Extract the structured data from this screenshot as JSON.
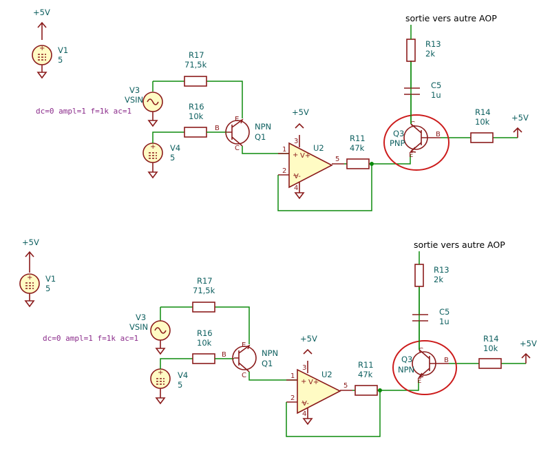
{
  "colors": {
    "wire": "#0b8a0b",
    "component": "#8a1a1a",
    "fill": "#fffbc4",
    "label": "#0d5f5f",
    "sim": "#8a2a8a",
    "highlight": "#cc1b1b"
  },
  "circuits": [
    {
      "supply_label": "+5V",
      "v1": {
        "ref": "V1",
        "value": "5"
      },
      "r17": {
        "ref": "R17",
        "value": "71,5k"
      },
      "v3": {
        "ref": "V3",
        "model": "VSIN"
      },
      "sim_params": "dc=0 ampl=1 f=1k ac=1",
      "r16": {
        "ref": "R16",
        "value": "10k"
      },
      "v4": {
        "ref": "V4",
        "value": "5"
      },
      "q1": {
        "type": "NPN",
        "ref": "Q1",
        "pin_b": "B",
        "pin_c": "C",
        "pin_e": "E"
      },
      "u2": {
        "ref": "U2",
        "supply": "+5V",
        "pin1": "1",
        "pin2": "2",
        "pin3": "3",
        "pin4": "4",
        "pin5": "5",
        "vplus": "V+",
        "vminus": "V-"
      },
      "r11": {
        "ref": "R11",
        "value": "47k"
      },
      "q3": {
        "ref": "Q3",
        "type": "PNP",
        "pin_b": "B",
        "pin_c": "C",
        "pin_e": "E"
      },
      "r13": {
        "ref": "R13",
        "value": "2k"
      },
      "c5": {
        "ref": "C5",
        "value": "1u"
      },
      "r14": {
        "ref": "R14",
        "value": "10k"
      },
      "r14_supply": "+5V",
      "output_note": "sortie vers autre AOP"
    },
    {
      "supply_label": "+5V",
      "v1": {
        "ref": "V1",
        "value": "5"
      },
      "r17": {
        "ref": "R17",
        "value": "71,5k"
      },
      "v3": {
        "ref": "V3",
        "model": "VSIN"
      },
      "sim_params": "dc=0 ampl=1 f=1k ac=1",
      "r16": {
        "ref": "R16",
        "value": "10k"
      },
      "v4": {
        "ref": "V4",
        "value": "5"
      },
      "q1": {
        "type": "NPN",
        "ref": "Q1",
        "pin_b": "B",
        "pin_c": "C",
        "pin_e": "E"
      },
      "u2": {
        "ref": "U2",
        "supply": "+5V",
        "pin1": "1",
        "pin2": "2",
        "pin3": "3",
        "pin4": "4",
        "pin5": "5",
        "vplus": "V+",
        "vminus": "V-"
      },
      "r11": {
        "ref": "R11",
        "value": "47k"
      },
      "q3": {
        "ref": "Q3",
        "type": "NPN",
        "pin_b": "B",
        "pin_c": "C",
        "pin_e": "E"
      },
      "r13": {
        "ref": "R13",
        "value": "2k"
      },
      "c5": {
        "ref": "C5",
        "value": "1u"
      },
      "r14": {
        "ref": "R14",
        "value": "10k"
      },
      "r14_supply": "+5V",
      "output_note": "sortie vers autre AOP"
    }
  ]
}
